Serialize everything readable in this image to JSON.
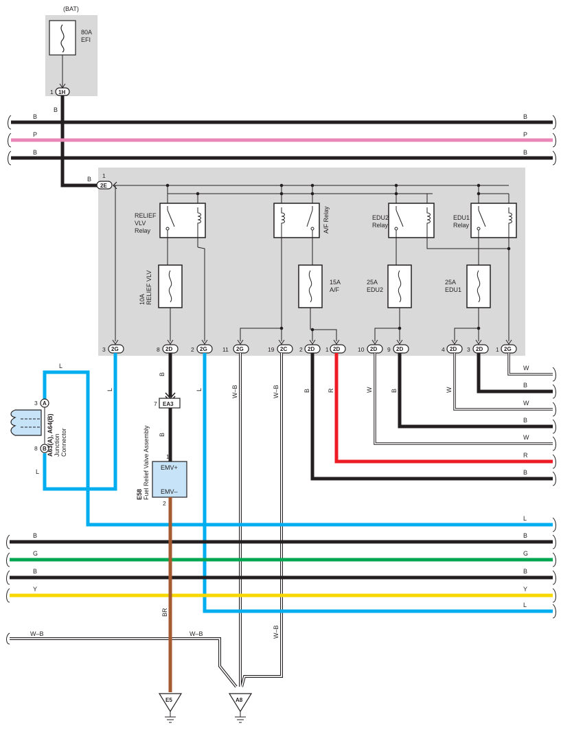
{
  "colors": {
    "black": "#231f20",
    "pink": "#e987b6",
    "blue": "#00aeef",
    "red": "#ed1c24",
    "green": "#00a650",
    "yellow": "#f7d700",
    "brown": "#a65a2f",
    "white_wire": "#ffffff",
    "panel_gray": "#d9d9d9",
    "connector_light_blue": "#c6e3f7"
  },
  "battery": {
    "label": "(BAT)",
    "fuse_amps": "80A",
    "fuse_name": "EFI",
    "conn_id": "1H",
    "conn_pin": "1"
  },
  "bus_wires": {
    "top": [
      "B",
      "P",
      "B"
    ],
    "bottom": [
      "B",
      "G",
      "B",
      "Y"
    ]
  },
  "junction_block": {
    "feed": {
      "conn": "2E",
      "pin": "1",
      "wire": "B"
    },
    "relays": [
      {
        "name_lines": [
          "RELIEF",
          "VLV",
          "Relay"
        ]
      },
      {
        "name_lines": [
          "A/F Relay"
        ]
      },
      {
        "name_lines": [
          "EDU2",
          "Relay"
        ]
      },
      {
        "name_lines": [
          "EDU1",
          "Relay"
        ]
      }
    ],
    "fuses": [
      {
        "amps": "10A",
        "name": "RELIEF VLV"
      },
      {
        "amps": "15A",
        "name": "A/F"
      },
      {
        "amps": "25A",
        "name": "EDU2"
      },
      {
        "amps": "25A",
        "name": "EDU1"
      }
    ],
    "terminals": [
      {
        "pin": "3",
        "conn": "2G"
      },
      {
        "pin": "8",
        "conn": "2D"
      },
      {
        "pin": "2",
        "conn": "2G"
      },
      {
        "pin": "11",
        "conn": "2G"
      },
      {
        "pin": "19",
        "conn": "2C"
      },
      {
        "pin": "2",
        "conn": "2D"
      },
      {
        "pin": "1",
        "conn": "2D"
      },
      {
        "pin": "10",
        "conn": "2D"
      },
      {
        "pin": "9",
        "conn": "2D"
      },
      {
        "pin": "4",
        "conn": "2D"
      },
      {
        "pin": "3",
        "conn": "2D"
      },
      {
        "pin": "1",
        "conn": "2G"
      }
    ]
  },
  "wire_colors": {
    "w_3_2G": "L",
    "w_8_2D": "B",
    "w_2_2G": "L",
    "w_11_2G": "W–B",
    "w_19_2C": "W–B",
    "w_2_2D": "B",
    "w_1_2D": "R",
    "w_10_2D": "W",
    "w_9_2D": "B",
    "w_4_2D": "W",
    "w_to_ea3": "B",
    "w_br": "BR",
    "w_wb_bottom": "W–B"
  },
  "right_labels": [
    "W",
    "B",
    "W",
    "B",
    "W",
    "R",
    "B",
    "L",
    "B",
    "G",
    "B",
    "Y",
    "L"
  ],
  "junction_connector": {
    "id": "A63(A), A64(B)",
    "name_lines": [
      "Junction",
      "Connector"
    ],
    "pin_a": {
      "num": "3",
      "letter": "A"
    },
    "pin_b": {
      "num": "8",
      "letter": "B"
    },
    "wire_top": "L",
    "wire_bottom": "L"
  },
  "ea3": {
    "pin": "7",
    "id": "EA3"
  },
  "valve": {
    "id": "E58",
    "name": "Fuel Relief Valve Assembly",
    "pin_top": "1",
    "pin_bottom": "2",
    "term_plus": "EMV+",
    "term_minus": "EMV–"
  },
  "grounds": [
    {
      "id": "E5"
    },
    {
      "id": "A8"
    }
  ]
}
